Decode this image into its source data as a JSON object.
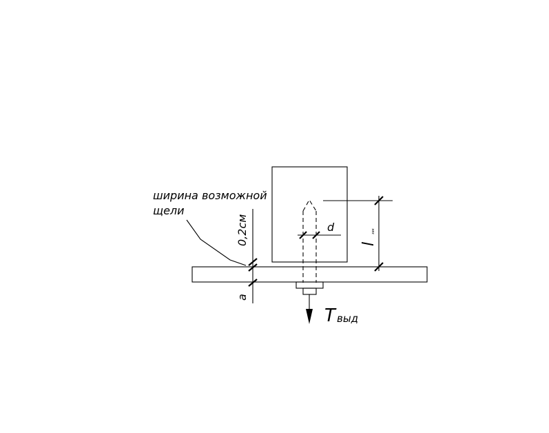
{
  "labels": {
    "gap_width_line1": "ширина возможной",
    "gap_width_line2": "щели",
    "gap_dim": "0,2см",
    "plate_dim": "a",
    "diameter": "d",
    "length_main": "l",
    "length_sub": "зак",
    "force_main": "T",
    "force_sub": "выд"
  }
}
